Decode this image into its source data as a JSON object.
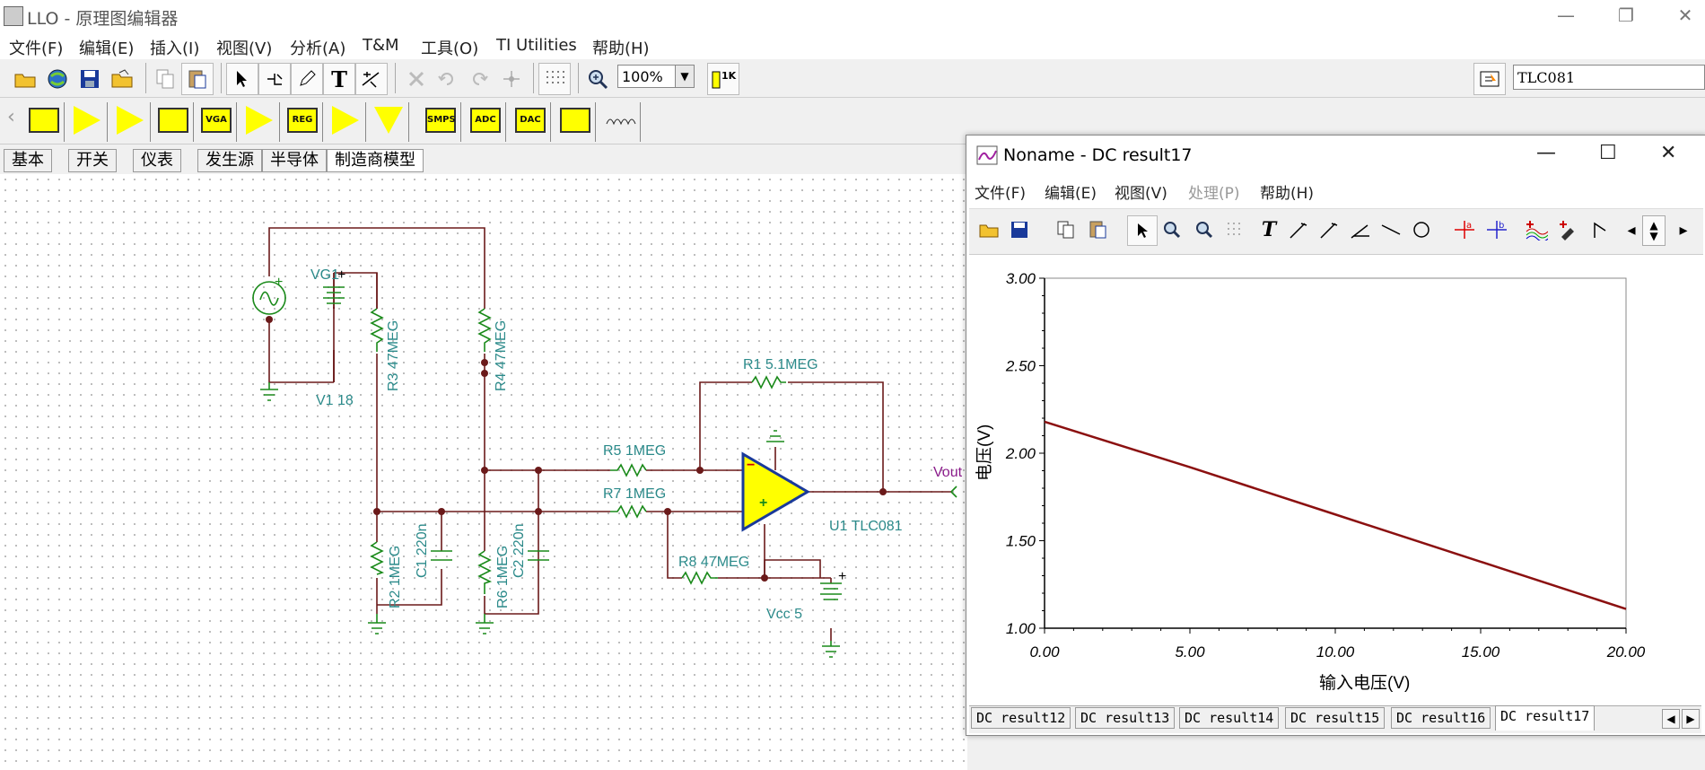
{
  "app": {
    "title": "LLO - 原理图编辑器",
    "window_controls": {
      "minimize": "—",
      "restore": "❐",
      "close": "✕"
    }
  },
  "menu": [
    "文件(F)",
    "编辑(E)",
    "插入(I)",
    "视图(V)",
    "分析(A)",
    "T&M",
    "工具(O)",
    "TI Utilities",
    "帮助(H)"
  ],
  "toolbar": {
    "zoom": "100%",
    "part_search": "TLC081",
    "icons": [
      "open-icon",
      "web-icon",
      "save-icon",
      "open-file-icon",
      "copy-icon",
      "paste-icon",
      "pointer-icon",
      "wire-icon",
      "pencil-icon",
      "text-icon",
      "line-icon",
      "delete-icon",
      "undo-icon",
      "redo-icon",
      "junction-icon",
      "grid-icon",
      "zoom-icon",
      "ruler-1k-icon",
      "pointer-hand-icon"
    ]
  },
  "palette": {
    "items": [
      "",
      "",
      "",
      "",
      "VGA",
      "",
      "REG",
      "",
      "",
      "SMPS",
      "ADC",
      "DAC",
      "",
      ""
    ]
  },
  "component_tabs": [
    "基本",
    "开关",
    "仪表",
    "发生源",
    "半导体",
    "制造商模型"
  ],
  "schematic": {
    "labels": {
      "vg": "VG1",
      "v1": "V1 18",
      "r3": "R3 47MEG",
      "r4": "R4 47MEG",
      "r1": "R1 5.1MEG",
      "r5": "R5 1MEG",
      "r7": "R7 1MEG",
      "r8": "R8 47MEG",
      "u1": "U1 TLC081",
      "vout": "Vout",
      "vcc": "Vcc 5",
      "r2": "R2 1MEG",
      "c1": "C1 220n",
      "r6": "R6 1MEG",
      "c2": "C2 220n"
    },
    "opamp_minus": "−",
    "opamp_plus": "+",
    "plus_sign": "+"
  },
  "dc_window": {
    "title": "Noname - DC result17",
    "controls": {
      "minimize": "—",
      "maximize": "☐",
      "close": "✕"
    },
    "menu": [
      "文件(F)",
      "编辑(E)",
      "视图(V)",
      "处理(P)",
      "帮助(H)"
    ],
    "menu_disabled": [
      false,
      false,
      false,
      true,
      false
    ],
    "tabs": [
      "DC result12",
      "DC result13",
      "DC result14",
      "DC result15",
      "DC result16",
      "DC result17"
    ],
    "active_tab": "DC result17"
  },
  "chart_data": {
    "type": "line",
    "xlabel": "输入电压(V)",
    "ylabel": "电压(V)",
    "xlim": [
      0,
      20
    ],
    "ylim": [
      1.0,
      3.0
    ],
    "xticks": [
      "0.00",
      "5.00",
      "10.00",
      "15.00",
      "20.00"
    ],
    "yticks": [
      "1.00",
      "1.50",
      "2.00",
      "2.50",
      "3.00"
    ],
    "grid": true,
    "series": [
      {
        "x": [
          0,
          5,
          10,
          15,
          20
        ],
        "y": [
          2.18,
          1.92,
          1.65,
          1.38,
          1.11
        ],
        "color": "#8b1010"
      }
    ]
  }
}
